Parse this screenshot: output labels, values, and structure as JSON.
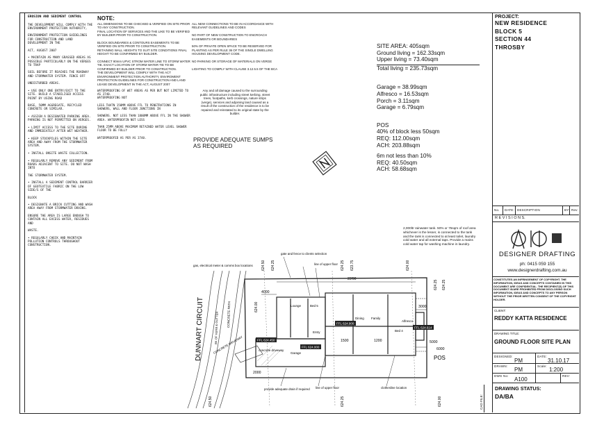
{
  "erosion": {
    "heading": "EROSION AND SEDIMENT CONTROL",
    "text": "THE DEVELOPMENT WILL COMPLY WITH THE ENVIRONMENT PROTECTION AUTHORITY,\n\nENVIRONMENT PROTECTION GUIDELINES FOR CONSTRUCTION AND LAND DEVELOPMENT IN THE\n\nACT, AUGUST 2007\n\n• MAINTAIN AS MANY GRASSED AREAS AS POSSIBLE PARTICULARLY ON THE VERGES TO TRAP\n\nSOIL BEFORE IT REACHES THE ROADWAY AND STORMWATER SYSTEM. FENCE OFF\n\nUNDISTURBED AREAS.\n\n• USE ONLY ONE ENTRY/EXIT TO THE SITE. BUILD A STABILISED ACCESS POINT BY USING ROAD\n\nBASE, 50MM AGGREGATE, RECYCLED CONCRETE OR SIMILAR.\n\n• ASSIGN A DESIGNATED PARKING AREA. PARKING IS NOT PERMITTED ON VERGES.\n\n• LIMIT ACCESS TO THE SITE DURING AND IMMEDIATELY AFTER WET WEATHER.\n\n• KEEP STOCKPILES WITHIN THE SITE AREA AND AWAY FROM THE STORMWATER SYSTEM.\n\n• INSTALL ONSITE WASTE COLLECTION.\n\n• REGULARLY REMOVE ANY SEDIMENT FROM ROADS ADJACENT TO SITE. DO NOT WASH INTO\n\nTHE STORMWATER SYSTEM.\n\n• INSTALL A SEDIMENT CONTROL BARRIER OF GEOTEXTILE FABRIC ON THE LOW SIDE/S OF THE\n\nBLOCK\n\n• DESIGNATE A BRICK CUTTING AND WASH AREA AWAY FROM STORMWATER DRAINS.\n\nENSURE THE AREA IS LARGE ENOUGH TO CONTAIN ALL EXCESS WATER, RESIDUES AND\n\nWASTE.\n\n• REGULARLY CHECK AND MAINTAIN POLLUTION CONTROLS THROUGHOUT CONSTRUCTION."
  },
  "note": {
    "heading": "NOTE:",
    "col1": "ALL DIMENSIONS TO BE CHECKED & VERIFIED ON SITE PRIOR TO ANY CONSTRUCTION.\nFINAL LOCATION OF SERVICES AND THE LIKE TO BE VERIFIED BY BUILDER PRIOR TO CONSTRUCTION.\n\nBLOCK BOUNDARIES & CONTOURS EASEMENTS TO BE VERIFIED ON SITE PRIOR TO CONSTRUCTION.\nRETAINING WALL HEIGHTS TO SUIT SITE CONDITIONS FINAL HEIGHT TO BE CONFIRMED BY BUILDER.\n\nCONNECT 90mm UPVC STROM WATER LINE TO STORM WATER TIE. EXACT LOCATION OF STORM WATER TIE TO BE CONFIRMED BY BUILDER PRIOR TO CONSTRUCTION.\nTHE DEVELOPMENT WILL COMPLY WITH THE ACT ENVIRONMENT PROTECTION AUTHORITY, ENVIROMENT PROTECTION GUIDELINES FOR CONSTRUCTION AND LAND LEASE DEVELOPMENT IN THE ACT, AUGUST 2007",
    "waterproof": "WATERPROOFING OF WET AREAS AS PER BUT NOT LIMITED TO AS 3740.\nWATERPROOFING NOT\n\nLESS THATN 150MM ABOVE FFL TO PENETRATIONS IN SHOWERS, WALL AND FLOOR JUNCTIONS IN\n\nSHOWERS. NOT LESS THAN 1800MM ABOVE FFL IN THE SHOWER AREA. WATERPROOFIN NOT LESS\n\nTHAN 25MM ABOVE MAXIMUM RETAINED WATER LEVEL SHOWER FLOOR TO BE FULLY\n\nWATERPROOFED AS PER AS 3740.",
    "col2": "ALL NEW CONNECTIONS TO BE IN ACCORDANCE WITH RELEVANT GUIDELINES AND CODES\n\nNO PART OF NEW CONSTRUCTION TO ENCROACH EASEMENTS OR BOUNDARIES\n\n50% OF PRIVATE OPEN SPACE TO BE RESERVED FOR PLANTING AS PER RULE 36 OF THE SINGLE DWELLING HOUSING DEVELOPMENT CODE.\n\nNO PARKING OR STORAGE OF MATERIALS ON VERGE\n\nLIGHTING TO COMPLY WITH CLAUSE 3.12.5.5 OF THE BCA",
    "col2b": "Any and all damage caused to the surrounding public infrastructure including street kerbing, street trees, footpaths, kerb crossings, nature strips (verge), services and adjoining land caused as a result of the construction of the residence is to be repaired and reinstated to its original state by the builder.",
    "sumps": "PROVIDE ADEQUATE SUMPS\nAS REQUIRED"
  },
  "areas": {
    "site": "SITE AREA:  405sqm",
    "ground": "Ground living = 162.33sqm",
    "upper": "Upper living = 73.40sqm",
    "total": "Total living = 235.73sqm",
    "garage": "Garage = 38.99sqm",
    "alfresco": "Alfresco = 16.53sqm",
    "porch": "Porch = 3.11sqm",
    "garage2": "Garage = 6.79sqm",
    "pos_title": "POS",
    "pos1": "40% of block less 50sqm",
    "pos_req1": "REQ:  112.00sqm",
    "pos_ach1": "ACH:  203.88sqm",
    "pos2": "6m not less than 10%",
    "pos_req2": "REQ:  40.50sqm",
    "pos_ach2": "ACH:  58.68sqm"
  },
  "plan": {
    "tank_note": "2,000ltr rainwater tank. 50% or 75sqm of roof area whichever is the lesser, is connected to the tank and the tank is connected to at least toilet, laundry cold water and all external taps. Provide a mains cold water tap for washing machine in laundry.",
    "street": "DUNNART CIRCUIT",
    "kerb": "BK OF KERB & GUTTER",
    "path": "CONCRETE PATH",
    "driveway": "CONCRETE DRIVEWAY",
    "gate": "gate and fence to clients selection",
    "gas": "gas, electrical meter & comms box locations",
    "upper_floor1": "line of upper floor",
    "upper_floor2": "line of upper floor",
    "drain": "provide adequate drain if required",
    "clothes": "clothesline location",
    "pos_label": "POS",
    "concrete_drive": "concrete driveway",
    "lounge": "Lounge",
    "bed5": "Bed 5",
    "bed4": "Bed 4",
    "dining": "Dining",
    "family": "Family",
    "alfresco": "Alfresco",
    "garage": "Garage",
    "entry": "Entry",
    "dims": [
      "23'00",
      "4000",
      "3000",
      "5000",
      "6000",
      "1500",
      "1200",
      "2000"
    ],
    "levels": [
      "FFL 624.900",
      "FFL 624.450",
      "FFL 624.000",
      "FFL 624.614"
    ],
    "contours": [
      "624.50",
      "624.25",
      "624.00",
      "624.25",
      "623.75",
      "624.00",
      "624.25",
      "624.25",
      "624.25",
      "624.00",
      "624.50"
    ]
  },
  "titleblock": {
    "project_label": "PROJECT:",
    "project_lines": [
      "NEW RESIDENCE",
      "BLOCK 5",
      "SECTION 44",
      "THROSBY"
    ],
    "rev_headers": [
      "No.",
      "DATE:",
      "DESCRIPTION",
      "BY:",
      "Rev:"
    ],
    "revisions_label": "R E V I S I O N S.",
    "company": "DESIGNER DRAFTING",
    "phone": "ph: 0415 059 155",
    "web": "www.designerdrafting.com.au",
    "copyright": "CONSTITUTES AN INFRINGEMENT OF COPYRIGHT. THE INFORMATION, IDEAS AND CONCEPTS CONTAINED IN THIS DOCUMENT ARE CONFIDENTIAL. THE RECIPIENT(S) OF THIS DOCUMENT IS/ARE PROHIBITED FROM DISCLOSING SUCH INFORMATION, IDEAS AND CONCEPTS TO ANY PERSON WITHOUT THE PRIOR WRITTEN CONSENT OF THE COPYRIGHT HOLDER.",
    "client_label": "CLIENT:",
    "client": "REDDY KATTA RESIDENCE",
    "drawing_title_label": "DRAWING TITLE:",
    "drawing_title": "GROUND FLOOR SITE PLAN",
    "designed_label": "DESIGNED:",
    "designed": "PM",
    "date_label": "DATE:",
    "date": "31.10.17",
    "drawn_label": "DRAWN:",
    "drawn": "PM",
    "scale_label": "Scale:",
    "scale": "1:200",
    "dwg_label": "DWG No:",
    "dwg": "A100",
    "rev_label": "REV:",
    "status_label": "DRAWING STATUS:",
    "status": "DA/BA",
    "cad_label": "CAD FILE:"
  }
}
